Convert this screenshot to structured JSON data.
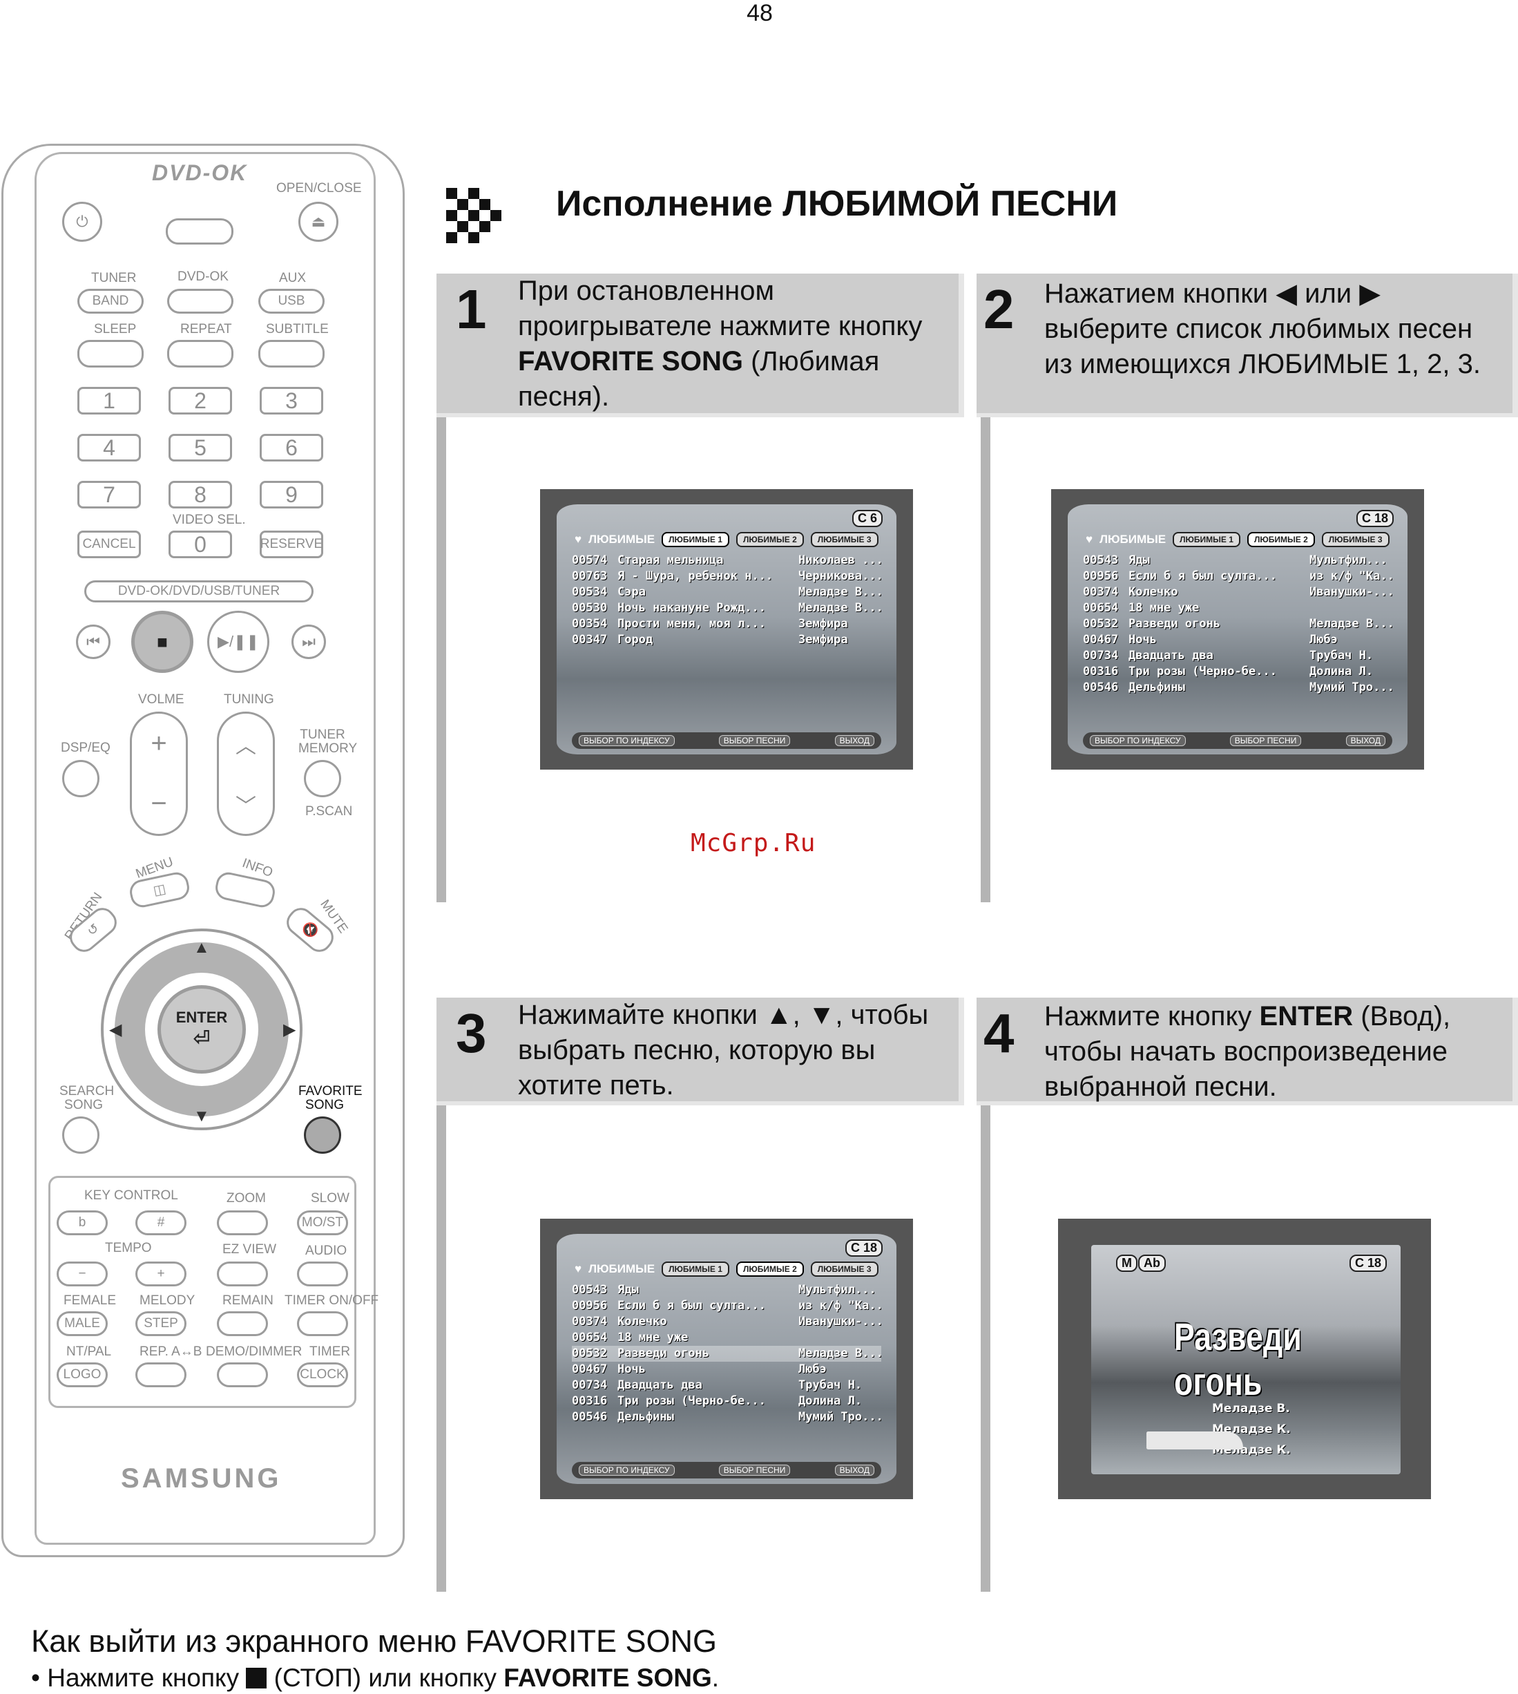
{
  "page_number": "48",
  "watermark": "McGrp.Ru",
  "heading": "Исполнение ЛЮБИМОЙ ПЕСНИ",
  "remote": {
    "logo": "DVD-OK",
    "brand": "SAMSUNG",
    "labels": {
      "open_close": "OPEN/CLOSE",
      "tuner": "TUNER",
      "dvd_ok": "DVD-OK",
      "aux": "AUX",
      "band": "BAND",
      "usb": "USB",
      "sleep": "SLEEP",
      "repeat": "REPEAT",
      "subtitle": "SUBTITLE",
      "video_sel": "VIDEO SEL.",
      "cancel": "CANCEL",
      "reserve": "RESERVE",
      "source_bar": "DVD-OK/DVD/USB/TUNER",
      "volume": "VOLME",
      "tuning": "TUNING",
      "dsp_eq": "DSP/EQ",
      "tuner_memory": "TUNER MEMORY",
      "pscan": "P.SCAN",
      "menu": "MENU",
      "info": "INFO",
      "return": "RETURN",
      "mute": "MUTE",
      "enter": "ENTER",
      "search_song": "SEARCH SONG",
      "favorite_song": "FAVORITE SONG",
      "key_control": "KEY CONTROL",
      "zoom": "ZOOM",
      "slow": "SLOW",
      "mo_st": "MO/ST",
      "tempo": "TEMPO",
      "ez_view": "EZ VIEW",
      "audio": "AUDIO",
      "female": "FEMALE",
      "melody": "MELODY",
      "remain": "REMAIN",
      "timer_on_off": "TIMER ON/OFF",
      "male": "MALE",
      "step": "STEP",
      "nt_pal": "NT/PAL",
      "rep_ab": "REP. A↔B",
      "demo_dimmer": "DEMO/DIMMER",
      "timer": "TIMER",
      "logo_btn": "LOGO",
      "clock": "CLOCK"
    },
    "digits": [
      "1",
      "2",
      "3",
      "4",
      "5",
      "6",
      "7",
      "8",
      "9",
      "0"
    ]
  },
  "steps": [
    {
      "number": "1",
      "text_before": "При остановленном проигрывателе нажмите кнопку ",
      "bold": "FAVORITE SONG",
      "text_after": " (Любимая песня)."
    },
    {
      "number": "2",
      "text_before": "Нажатием кнопки ◀ или ▶ выберите список любимых песен из имеющихся ЛЮБИМЫЕ 1, 2, 3.",
      "bold": "",
      "text_after": ""
    },
    {
      "number": "3",
      "text_before": "Нажимайте кнопки ▲, ▼, чтобы выбрать песню, которую вы хотите петь.",
      "bold": "",
      "text_after": ""
    },
    {
      "number": "4",
      "text_before": "Нажмите кнопку ",
      "bold": "ENTER",
      "text_after": " (Ввод), чтобы начать воспроизведение выбранной песни."
    }
  ],
  "osd": {
    "list_title": "ЛЮБИМЫЕ",
    "tabs": [
      "ЛЮБИМЫЕ 1",
      "ЛЮБИМЫЕ 2",
      "ЛЮБИМЫЕ 3"
    ],
    "footer": [
      "ВЫБОР ПО ИНДЕКСУ",
      "ВЫБОР ПЕСНИ",
      "ВЫХОД"
    ],
    "screen1": {
      "badge": "C 6",
      "rows": [
        {
          "code": "00574",
          "title": "Старая мельница",
          "artist": "Николаев ..."
        },
        {
          "code": "00763",
          "title": "Я - Шура, ребенок н...",
          "artist": "Черникова..."
        },
        {
          "code": "00534",
          "title": "Сэра",
          "artist": "Меладзе В..."
        },
        {
          "code": "00530",
          "title": "Ночь накануне Рожд...",
          "artist": "Меладзе В..."
        },
        {
          "code": "00354",
          "title": "Прости меня, моя л...",
          "artist": "Земфира"
        },
        {
          "code": "00347",
          "title": "Город",
          "artist": "Земфира"
        }
      ]
    },
    "screen2": {
      "badge": "C 18",
      "rows": [
        {
          "code": "00543",
          "title": "Яды",
          "artist": "Мультфил..."
        },
        {
          "code": "00956",
          "title": "Если б я был султа...",
          "artist": "из к/ф \"Ка..."
        },
        {
          "code": "00374",
          "title": "Колечко",
          "artist": "Иванушки-..."
        },
        {
          "code": "00654",
          "title": "18 мне уже",
          "artist": ""
        },
        {
          "code": "00532",
          "title": "Разведи огонь",
          "artist": "Меладзе В..."
        },
        {
          "code": "00467",
          "title": "Ночь",
          "artist": "Любэ"
        },
        {
          "code": "00734",
          "title": "Двадцать два",
          "artist": "Трубач Н."
        },
        {
          "code": "00316",
          "title": "Три розы (Черно-бе...",
          "artist": "Долина Л."
        },
        {
          "code": "00546",
          "title": "Дельфины",
          "artist": "Мумий Тро..."
        }
      ]
    },
    "screen4": {
      "badges": [
        "M",
        "Ab",
        "C 18"
      ],
      "song_title": "Разведи огонь",
      "singers": [
        "Меладзе В.",
        "Меладзе К.",
        "Меладзе К."
      ]
    }
  },
  "footer": {
    "title": "Как выйти из экранного меню FAVORITE SONG",
    "bullet_before": "Нажмите кнопку ",
    "bullet_mid": " (СТОП) или кнопку ",
    "bullet_bold": "FAVORITE SONG",
    "bullet_after": "."
  }
}
